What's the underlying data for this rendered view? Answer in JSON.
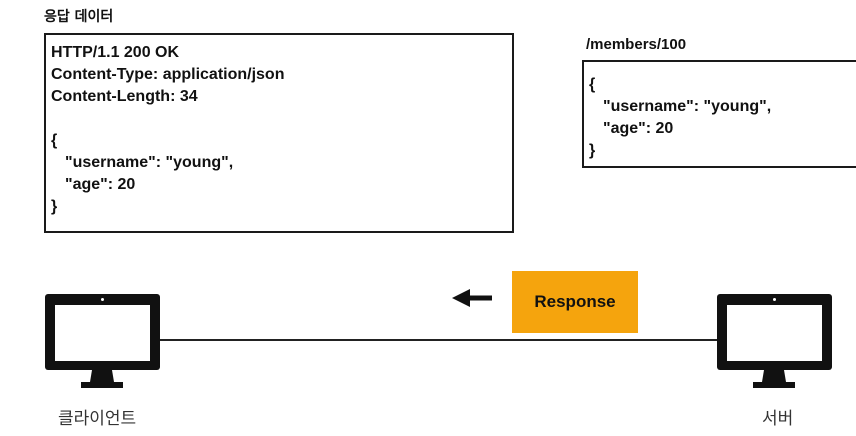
{
  "response_section": {
    "title": "응답 데이터",
    "lines": [
      "HTTP/1.1 200 OK",
      "Content-Type: application/json",
      "Content-Length: 34"
    ],
    "body_open": "{",
    "body_fields": [
      "\"username\": \"young\",",
      "\"age\": 20"
    ],
    "body_close": "}"
  },
  "server_resource": {
    "path": "/members/100",
    "body_open": "{",
    "body_fields": [
      "\"username\": \"young\",",
      "\"age\": 20"
    ],
    "body_close": "}"
  },
  "message": {
    "label": "Response",
    "color": "#F5A40D",
    "direction": "left"
  },
  "client": {
    "label": "클라이언트",
    "icon": "monitor-icon"
  },
  "server": {
    "label": "서버",
    "icon": "monitor-icon"
  }
}
